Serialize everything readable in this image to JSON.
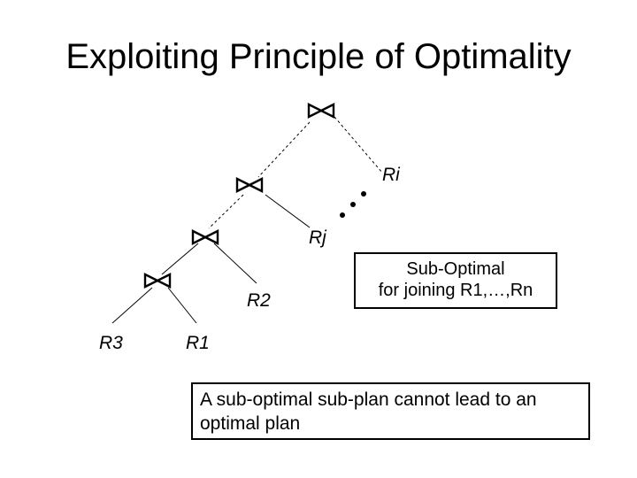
{
  "slide": {
    "title": "Exploiting Principle of Optimality"
  },
  "tree": {
    "join_symbol": "join-icon",
    "labels": {
      "ri": "Ri",
      "rj": "Rj",
      "r2": "R2",
      "r3": "R3",
      "r1": "R1"
    }
  },
  "callouts": {
    "sub_optimal": {
      "line1": "Sub-Optimal",
      "line2": "for joining R1,…,Rn"
    },
    "note": {
      "line1": "A sub-optimal sub-plan cannot lead to an",
      "line2": "optimal plan"
    }
  }
}
